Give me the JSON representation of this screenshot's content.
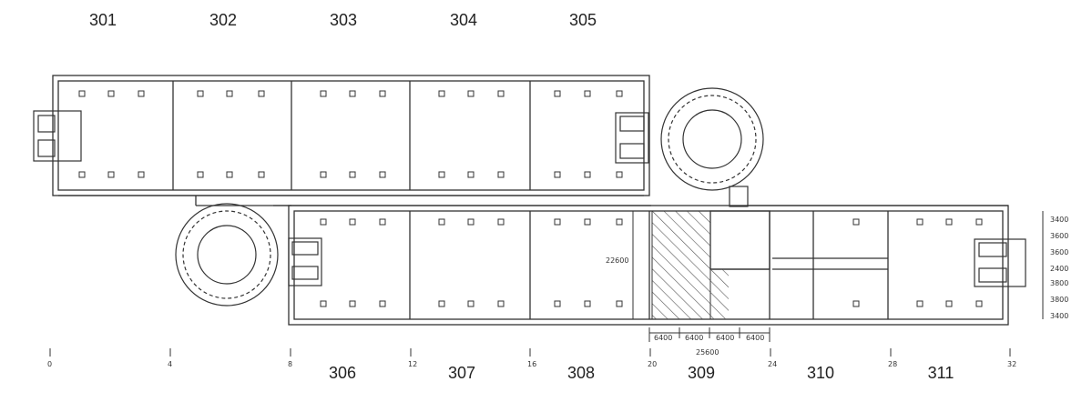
{
  "rooms_top": [
    "301",
    "302",
    "303",
    "304",
    "305"
  ],
  "rooms_bottom": [
    "306",
    "307",
    "308",
    "309",
    "310",
    "311"
  ],
  "grid_axis": [
    "0",
    "4",
    "8",
    "12",
    "16",
    "20",
    "24",
    "28",
    "32"
  ],
  "dims": {
    "height_right": "22600",
    "width_309": "25600",
    "bays": [
      "6400",
      "6400",
      "6400",
      "6400"
    ],
    "right_column": [
      "3400",
      "3600",
      "3600",
      "2400",
      "3800",
      "3800",
      "3400"
    ]
  },
  "colors": {
    "line": "#333333",
    "hatch": "#555555"
  }
}
